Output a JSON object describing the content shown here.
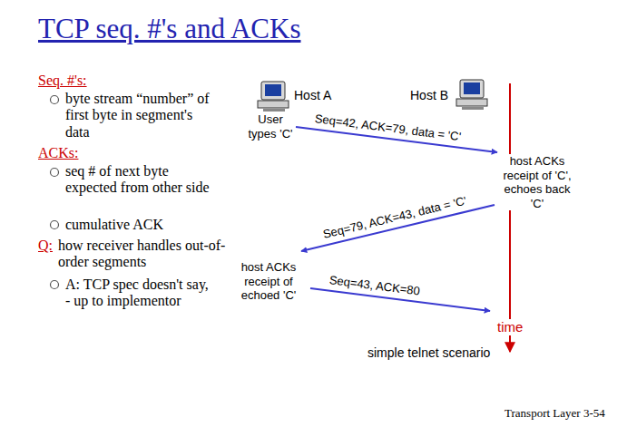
{
  "diagram": {
    "title": "TCP seq. #'s and ACKs",
    "labels": [
      "Seq. #'s:",
      "byte stream “number” of first byte in segment's data",
      "ACKs:",
      "seq # of next byte expected from other side",
      "cumulative ACK",
      "Q:",
      "how receiver handles out-of-order segments",
      "A: TCP spec doesn't say, - up to implementor",
      "Host A",
      "Host B",
      "User types 'C'",
      "Seq=42, ACK=79, data = 'C'",
      "host ACKs receipt of 'C', echoes back 'C'",
      "Seq=79, ACK=43, data = 'C'",
      "host ACKs receipt of echoed 'C'",
      "Seq=43, ACK=80",
      "time",
      "simple telnet scenario",
      "Transport Layer 3-54"
    ]
  }
}
